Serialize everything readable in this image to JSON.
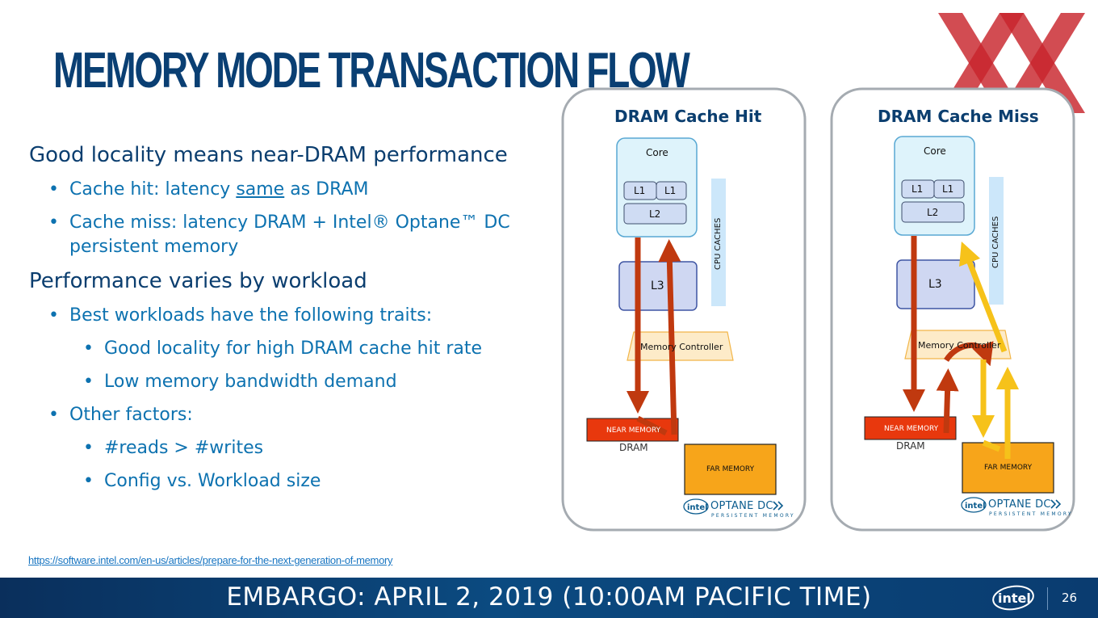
{
  "slide": {
    "title": "MEMORY MODE TRANSACTION FLOW",
    "page_number": "26",
    "embargo": "EMBARGO: APRIL 2, 2019 (10:00AM PACIFIC TIME)",
    "link": "https://software.intel.com/en-us/articles/prepare-for-the-next-generation-of-memory",
    "logo_text": "intel"
  },
  "bullets": {
    "h1_locality": "Good locality means near-DRAM performance",
    "hit_pre": "Cache hit: latency ",
    "hit_underline": "same",
    "hit_post": " as DRAM",
    "miss": "Cache miss: latency DRAM + Intel® Optane™ DC persistent memory",
    "h1_perf": "Performance varies by workload",
    "best": "Best workloads have the following traits:",
    "good_locality": "Good locality for high DRAM cache hit rate",
    "low_bw": "Low memory bandwidth demand",
    "other": "Other factors:",
    "reads": "#reads > #writes",
    "config": "Config vs. Workload size"
  },
  "diagram": {
    "hit": {
      "title": "DRAM Cache Hit",
      "core": "Core",
      "l1a": "L1",
      "l1b": "L1",
      "l2": "L2",
      "l3": "L3",
      "cpu_caches": "CPU CACHES",
      "mem_ctrl": "Memory Controller",
      "near_memory": "NEAR MEMORY",
      "dram": "DRAM",
      "far_memory": "FAR MEMORY",
      "optane_brand": "intel",
      "optane_name": "OPTANE DC",
      "optane_sub": "PERSISTENT MEMORY"
    },
    "miss": {
      "title": "DRAM Cache Miss",
      "core": "Core",
      "l1a": "L1",
      "l1b": "L1",
      "l2": "L2",
      "l3": "L3",
      "cpu_caches": "CPU CACHES",
      "mem_ctrl": "Memory Controller",
      "near_memory": "NEAR MEMORY",
      "dram": "DRAM",
      "far_memory": "FAR MEMORY",
      "optane_brand": "intel",
      "optane_name": "OPTANE DC",
      "optane_sub": "PERSISTENT MEMORY"
    }
  },
  "colors": {
    "title": "#0a3f73",
    "text_blue": "#0d72b0",
    "arrow_dark": "#c0390f",
    "arrow_yellow": "#f6c21a",
    "near_memory": "#e8380d",
    "far_memory": "#f7a51a",
    "footer": "#0a3c70",
    "watermark": "#c8252c"
  },
  "icons": {
    "watermark": "xx-watermark-icon",
    "logo": "intel-logo-icon"
  }
}
